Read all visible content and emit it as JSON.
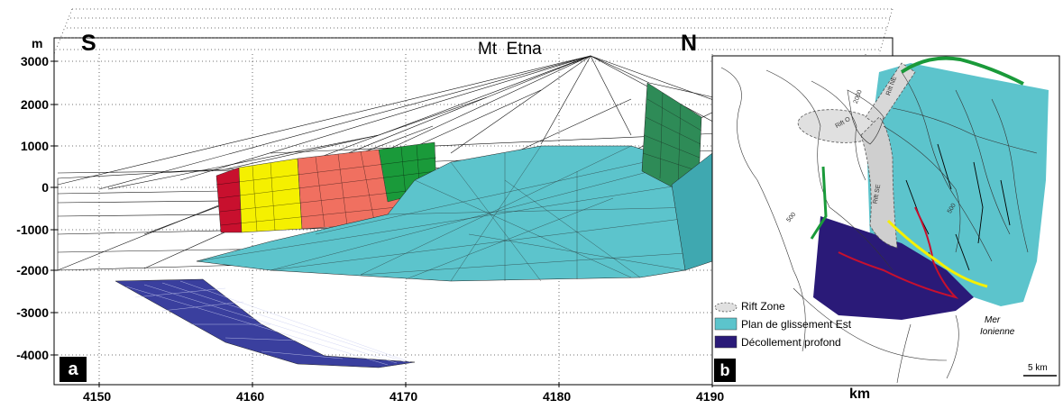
{
  "panel_a": {
    "label": "a",
    "title": "Mt  Etna",
    "south": "S",
    "north": "N",
    "y_unit": "m",
    "y_ticks": [
      "3000",
      "2000",
      "1000",
      "0",
      "-1000",
      "-2000",
      "-3000",
      "-4000"
    ],
    "x_unit": "km",
    "x_ticks": [
      "4150",
      "4160",
      "4170",
      "4180",
      "4190"
    ],
    "colors": {
      "red": "#c8102e",
      "yellow": "#f5f000",
      "salmon": "#f07060",
      "green": "#1a9a3a",
      "dark_green": "#2e8b57",
      "cyan": "#5cc4cc",
      "blue": "#3a3f9e"
    }
  },
  "panel_b": {
    "label": "b",
    "labels": {
      "rift_ne": "Rift NE",
      "rift_o": "Rift O",
      "rift_se": "Rift SE",
      "sea_line1": "Mer",
      "sea_line2": "Ionienne",
      "contour_2000": "2000",
      "contour_500a": "500",
      "contour_500b": "500"
    },
    "legend": [
      {
        "text": "Rift Zone",
        "color": "#e0e0e0"
      },
      {
        "text": "Plan de glissement Est",
        "color": "#5cc4cc"
      },
      {
        "text": "Décollement profond",
        "color": "#2a1a78"
      }
    ],
    "scale": "5 km"
  }
}
